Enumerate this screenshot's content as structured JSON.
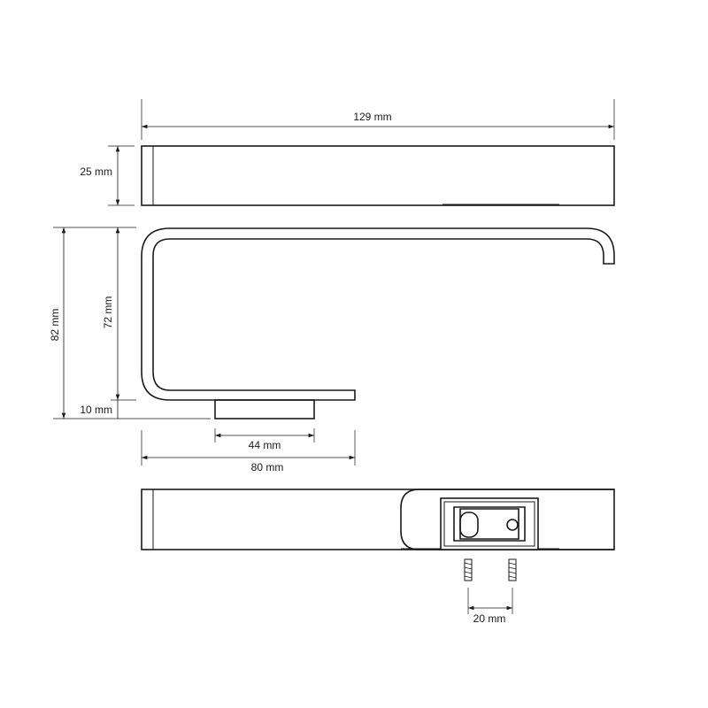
{
  "dimensions": {
    "width_top": "129 mm",
    "height_top": "25 mm",
    "height_inner": "72 mm",
    "height_total": "82 mm",
    "height_base": "10 mm",
    "width_mount": "44 mm",
    "width_arm": "80 mm",
    "screw_spacing": "20 mm"
  },
  "colors": {
    "line": "#1a1a1a",
    "background": "#ffffff"
  }
}
